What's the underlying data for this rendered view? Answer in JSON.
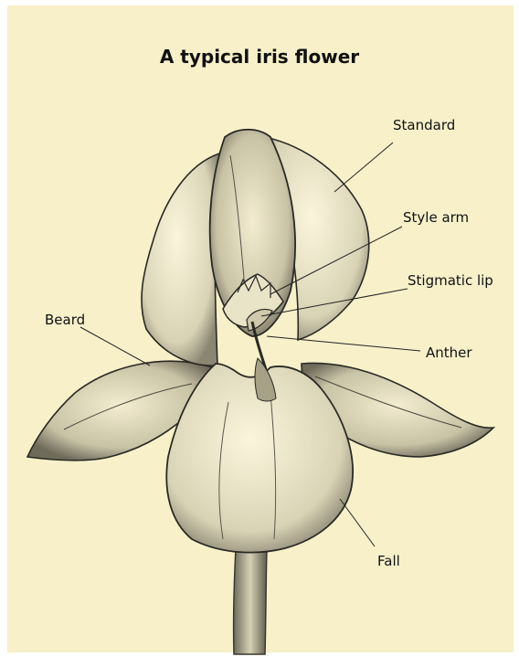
{
  "diagram": {
    "title": "A typical iris flower",
    "labels": {
      "standard": "Standard",
      "style_arm": "Style arm",
      "stigmatic_lip": "Stigmatic lip",
      "beard": "Beard",
      "anther": "Anther",
      "fall": "Fall"
    },
    "colors": {
      "background": "#f7f0c9",
      "ink": "#2a2a24"
    }
  }
}
